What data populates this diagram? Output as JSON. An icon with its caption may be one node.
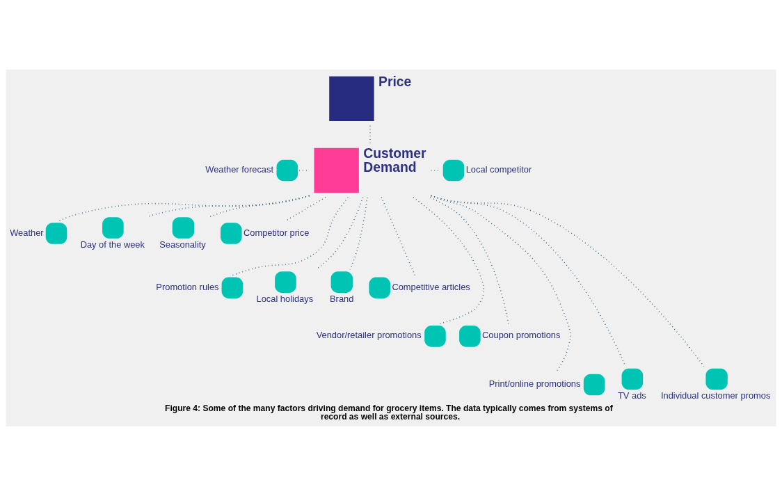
{
  "diagram": {
    "caption": "Figure 4: Some of the many factors driving demand for grocery items. The data typically comes from systems of record as well as external sources.",
    "nodes": [
      {
        "text": [
          "Price"
        ]
      },
      {
        "text": [
          "Customer Demand"
        ]
      },
      {
        "text": [
          "Weather forecast"
        ]
      },
      {
        "text": [
          "Local competitor"
        ]
      },
      {
        "text": [
          "Day of the week"
        ]
      },
      {
        "text": [
          "Weather"
        ]
      },
      {
        "text": [
          "Seasonality"
        ]
      },
      {
        "text": [
          "Competitor price"
        ]
      },
      {
        "text": [
          "Promotion rules"
        ]
      },
      {
        "text": [
          "Local holidays"
        ]
      },
      {
        "text": [
          "Brand"
        ]
      },
      {
        "text": [
          "Competitive articles"
        ]
      },
      {
        "text": [
          "Vendor/retailer promotions"
        ]
      },
      {
        "text": [
          "Coupon promotions"
        ]
      },
      {
        "text": [
          "Print/online promotions"
        ]
      },
      {
        "text": [
          "Individual customer promos"
        ]
      },
      {
        "text": [
          "TV ads"
        ]
      }
    ],
    "edges": [
      {
        "from": 0,
        "to": 1,
        "arrow": "none",
        "style": "dashed"
      },
      {
        "from": 2,
        "to": 1,
        "arrow": "none",
        "style": "dashed"
      },
      {
        "from": 1,
        "to": 3,
        "arrow": "none",
        "style": "dashed"
      },
      {
        "from": 1,
        "to": 5,
        "arrow": "none",
        "style": "dashed"
      },
      {
        "from": 1,
        "to": 4,
        "arrow": "none",
        "style": "dashed"
      },
      {
        "from": 1,
        "to": 6,
        "arrow": "none",
        "style": "dashed"
      },
      {
        "from": 1,
        "to": 7,
        "arrow": "none",
        "style": "dashed"
      },
      {
        "from": 1,
        "to": 8,
        "arrow": "none",
        "style": "dashed"
      },
      {
        "from": 1,
        "to": 9,
        "arrow": "none",
        "style": "dashed"
      },
      {
        "from": 1,
        "to": 10,
        "arrow": "none",
        "style": "dashed"
      },
      {
        "from": 1,
        "to": 11,
        "arrow": "none",
        "style": "dashed"
      },
      {
        "from": 1,
        "to": 12,
        "arrow": "none",
        "style": "dashed"
      },
      {
        "from": 1,
        "to": 14,
        "arrow": "none",
        "style": "dashed"
      },
      {
        "from": 1,
        "to": 16,
        "arrow": "none",
        "style": "dashed"
      },
      {
        "from": 1,
        "to": 15,
        "arrow": "none",
        "style": "dashed"
      },
      {
        "from": 1,
        "to": 13,
        "arrow": "none",
        "style": "dashed"
      }
    ]
  }
}
